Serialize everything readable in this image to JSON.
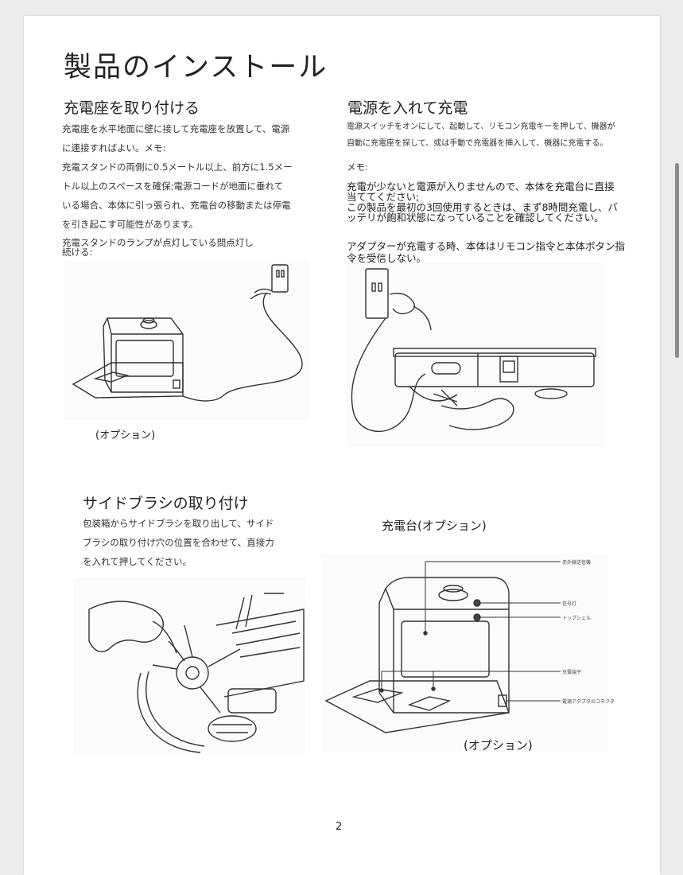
{
  "page": {
    "title": "製品のインストール",
    "number": "2"
  },
  "section_charging_base": {
    "title": "充電座を取り付ける",
    "lines": [
      "充電座を水平地面に壁に接して充電座を放置して、電源",
      "に連接すればよい。メモ:",
      "充電スタンドの両側に0.5メートル以上、前方に1.5メー",
      "トル以上のスペースを確保;電源コードが地面に垂れて",
      "いる場合、本体に引っ張られ、充電台の移動または停電",
      "を引き起こす可能性があります。"
    ],
    "lamp_note": [
      "充電スタンドのランプが点灯している間点灯し",
      "続ける:"
    ],
    "caption": "(オプション)"
  },
  "section_power_on": {
    "title": "電源を入れて充電",
    "lines": [
      "電源スイッチをオンにして、起動して、リモコン充電キーを押して、機器が",
      "自動に充電座を探して、或は手動で充電器を挿入して、機器に充電する。"
    ],
    "memo_label": "メモ:",
    "memo_lines": [
      "充電が少ないと電源が入りませんので、本体を充電台に直接",
      "当ててください;",
      "この製品を最初の3回使用するときは、まず8時間充電し、バ",
      "ッテリが飽和状態になっていることを確認してください。"
    ],
    "adapter_lines": [
      "アダプターが充電する時、本体はリモコン指令と本体ボタン指",
      "令を受信しない。"
    ]
  },
  "section_side_brush": {
    "title": "サイドブラシの取り付け",
    "lines": [
      "包装箱からサイドブラシを取り出して、サイド",
      "ブラシの取り付け穴の位置を合わせて、直接力",
      "を入れて押してください。"
    ]
  },
  "section_dock": {
    "title": "充電台(オプション)",
    "callouts": [
      "赤外線送信機",
      "信号灯",
      "トップシェル",
      "充電端子",
      "電源アダプタのコネクタ"
    ],
    "caption": "(オプション)"
  }
}
